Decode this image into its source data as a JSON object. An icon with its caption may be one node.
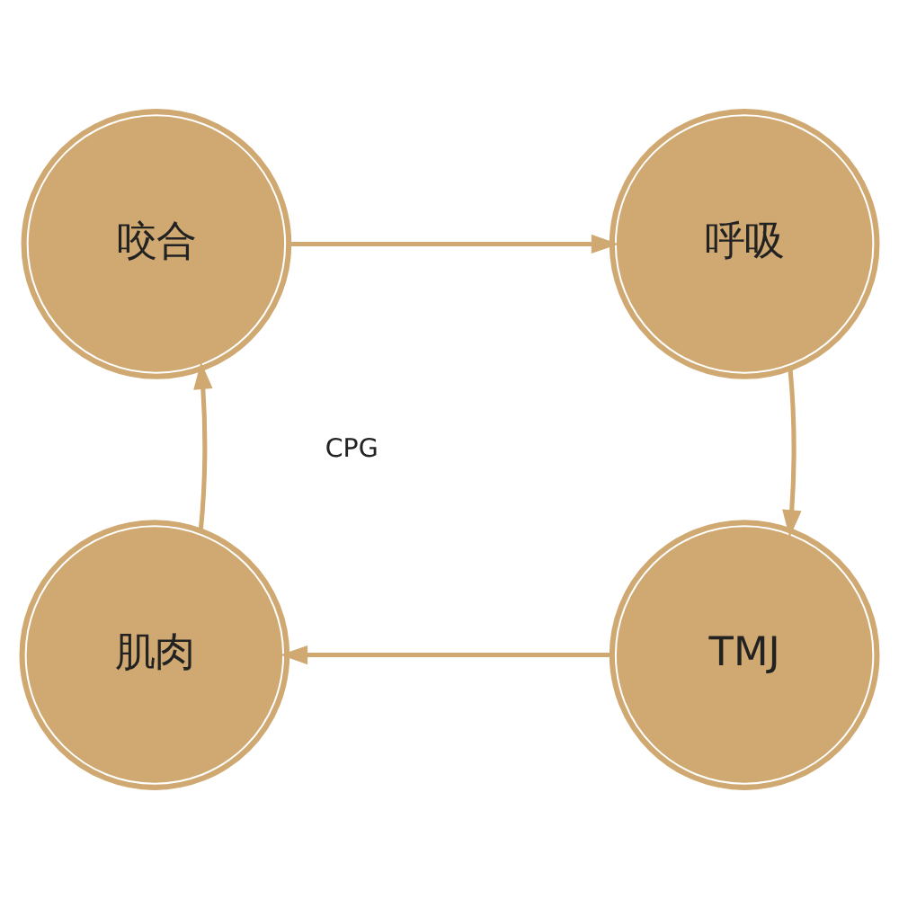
{
  "diagram": {
    "nodes": [
      {
        "text": [
          "咬合"
        ]
      },
      {
        "text": [
          "呼吸"
        ]
      },
      {
        "text": [
          "肌肉"
        ]
      },
      {
        "text": [
          "TMJ"
        ]
      }
    ],
    "edges": [
      {
        "from": 0,
        "to": 1,
        "arrow": "to"
      },
      {
        "from": 1,
        "to": 3,
        "arrow": "to"
      },
      {
        "from": 3,
        "to": 2,
        "arrow": "to"
      },
      {
        "from": 2,
        "to": 0,
        "arrow": "to"
      }
    ],
    "labels": [
      "CPG"
    ]
  }
}
